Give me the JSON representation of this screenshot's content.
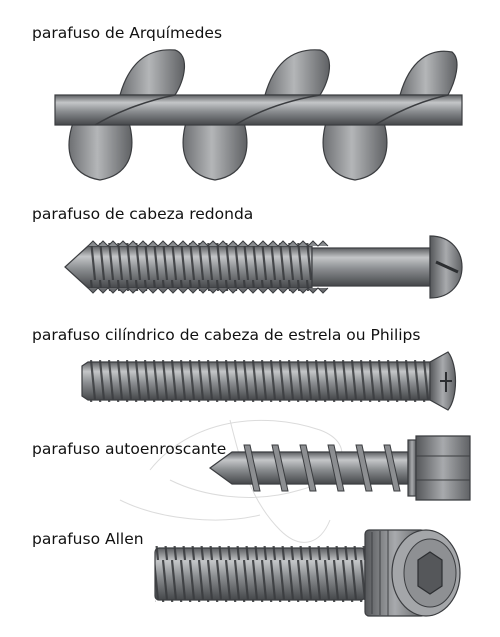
{
  "labels": {
    "archimedes": "parafuso de Arquímedes",
    "round_head": "parafuso de cabeza redonda",
    "phillips": "parafuso cilíndrico de cabeza de estrela ou Philips",
    "self_tapping": "parafuso autoenroscante",
    "allen": "parafuso Allen"
  },
  "colors": {
    "metal_dark": "#4a4c4f",
    "metal_mid": "#7d8083",
    "metal_light": "#b9bbbd",
    "text": "#111111"
  },
  "icons": [
    "archimedes-screw-icon",
    "round-head-screw-icon",
    "phillips-screw-icon",
    "self-tapping-screw-icon",
    "allen-screw-icon"
  ]
}
